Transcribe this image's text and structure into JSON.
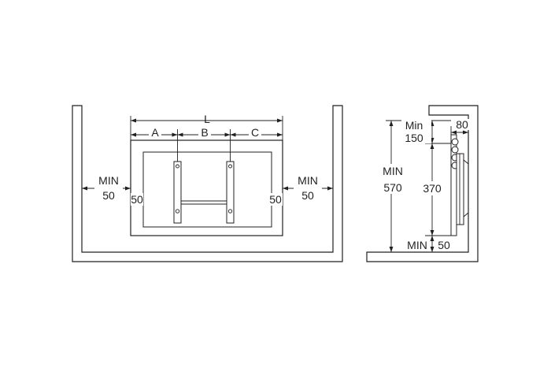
{
  "front_view": {
    "overall_width_label": "L",
    "segment_a_label": "A",
    "segment_b_label": "B",
    "segment_c_label": "C",
    "left_clearance_min": "MIN",
    "left_clearance_value": "50",
    "right_clearance_min": "MIN",
    "right_clearance_value": "50",
    "left_inner_gap": "50",
    "right_inner_gap": "50"
  },
  "side_view": {
    "top_min_label": "Min",
    "top_min_value": "150",
    "depth_value": "80",
    "total_height_min": "MIN",
    "total_height_value": "570",
    "panel_height": "370",
    "bottom_min_label": "MIN",
    "bottom_min_value": "50"
  }
}
